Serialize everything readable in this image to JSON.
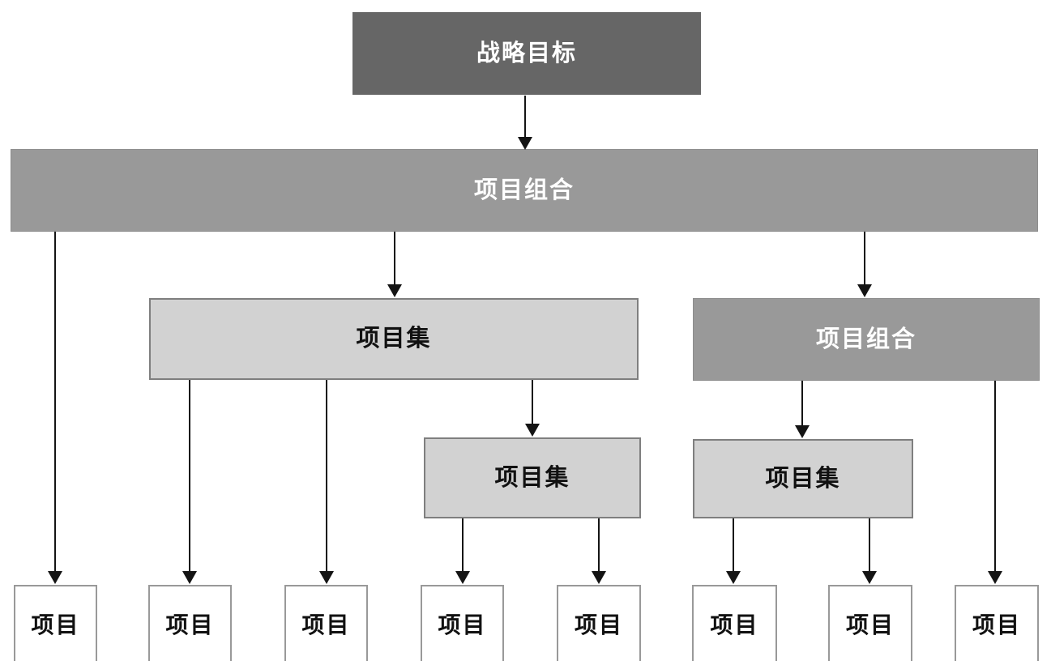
{
  "diagram_type": "hierarchy-flowchart",
  "nodes": [
    {
      "id": "strategic-goal",
      "label": "战略目标",
      "level": 1,
      "style": "dark"
    },
    {
      "id": "portfolio-main",
      "label": "项目组合",
      "level": 2,
      "style": "medium"
    },
    {
      "id": "program-level3",
      "label": "项目集",
      "level": 3,
      "style": "light"
    },
    {
      "id": "portfolio-level3",
      "label": "项目组合",
      "level": 3,
      "style": "medium"
    },
    {
      "id": "program-level4-left",
      "label": "项目集",
      "level": 4,
      "style": "light"
    },
    {
      "id": "program-level4-right",
      "label": "项目集",
      "level": 4,
      "style": "light"
    },
    {
      "id": "project-1",
      "label": "项目",
      "level": 5,
      "style": "project"
    },
    {
      "id": "project-2",
      "label": "项目",
      "level": 5,
      "style": "project"
    },
    {
      "id": "project-3",
      "label": "项目",
      "level": 5,
      "style": "project"
    },
    {
      "id": "project-4",
      "label": "项目",
      "level": 5,
      "style": "project"
    },
    {
      "id": "project-5",
      "label": "项目",
      "level": 5,
      "style": "project"
    },
    {
      "id": "project-6",
      "label": "项目",
      "level": 5,
      "style": "project"
    },
    {
      "id": "project-7",
      "label": "项目",
      "level": 5,
      "style": "project"
    },
    {
      "id": "project-8",
      "label": "项目",
      "level": 5,
      "style": "project"
    }
  ],
  "edges": [
    {
      "from": "strategic-goal",
      "to": "portfolio-main"
    },
    {
      "from": "portfolio-main",
      "to": "project-1"
    },
    {
      "from": "portfolio-main",
      "to": "program-level3"
    },
    {
      "from": "portfolio-main",
      "to": "portfolio-level3"
    },
    {
      "from": "program-level3",
      "to": "project-2"
    },
    {
      "from": "program-level3",
      "to": "project-3"
    },
    {
      "from": "program-level3",
      "to": "program-level4-left"
    },
    {
      "from": "portfolio-level3",
      "to": "program-level4-right"
    },
    {
      "from": "portfolio-level3",
      "to": "project-8"
    },
    {
      "from": "program-level4-left",
      "to": "project-4"
    },
    {
      "from": "program-level4-left",
      "to": "project-5"
    },
    {
      "from": "program-level4-right",
      "to": "project-6"
    },
    {
      "from": "program-level4-right",
      "to": "project-7"
    }
  ],
  "colors": {
    "bg": "#ffffff",
    "dark_fill": "#666666",
    "medium_fill": "#999999",
    "medium_border": "#8d8d8d",
    "light_fill": "#d2d2d2",
    "light_border": "#7f7f7f",
    "project_fill": "#ffffff",
    "project_border": "#999999",
    "edge_color": "#141414",
    "text_on_dark": "#ffffff",
    "text_on_light": "#111111"
  }
}
